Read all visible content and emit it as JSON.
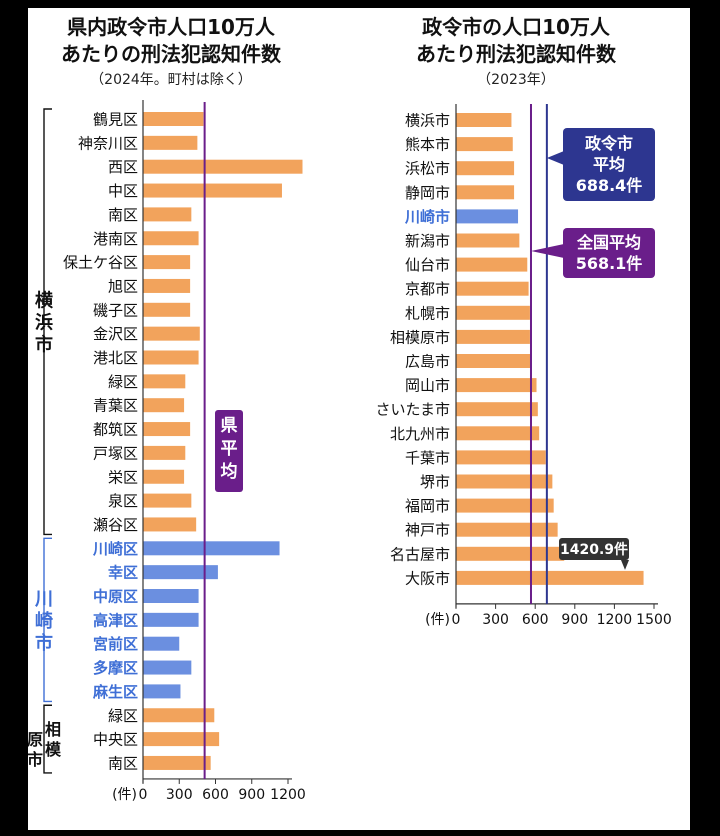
{
  "colors": {
    "bar": "#F2A35C",
    "highlight": "#6B8FE0",
    "pref_line": "#6A1E8A",
    "city_avg_line": "#2D3690",
    "national_line": "#6A1E8A",
    "group_kawasaki": "#3F6FD6"
  },
  "chart_data": [
    {
      "type": "bar",
      "orientation": "horizontal",
      "title": [
        "県内政令市人口10万人",
        "あたりの刑法犯認知件数"
      ],
      "subtitle": "（2024年。町村は除く）",
      "xlabel": "(件)",
      "xlim": [
        0,
        1200
      ],
      "xticks": [
        0,
        300,
        600,
        900,
        1200
      ],
      "categories": [
        "鶴見区",
        "神奈川区",
        "西区",
        "中区",
        "南区",
        "港南区",
        "保土ケ谷区",
        "旭区",
        "磯子区",
        "金沢区",
        "港北区",
        "緑区",
        "青葉区",
        "都筑区",
        "戸塚区",
        "栄区",
        "泉区",
        "瀬谷区",
        "川崎区",
        "幸区",
        "中原区",
        "高津区",
        "宮前区",
        "多摩区",
        "麻生区",
        "緑区",
        "中央区",
        "南区"
      ],
      "values": [
        500,
        450,
        1320,
        1150,
        400,
        460,
        390,
        390,
        390,
        470,
        460,
        350,
        340,
        390,
        350,
        340,
        400,
        440,
        1130,
        620,
        460,
        460,
        300,
        400,
        310,
        590,
        630,
        560
      ],
      "highlight_indices": [
        18,
        19,
        20,
        21,
        22,
        23,
        24
      ],
      "groups": [
        {
          "label": "横浜市",
          "start": 0,
          "end": 17
        },
        {
          "label": "川崎市",
          "start": 18,
          "end": 24
        },
        {
          "label": "相模原市",
          "start": 25,
          "end": 27
        }
      ],
      "reference_line": {
        "label": "県平均",
        "value": 510
      }
    },
    {
      "type": "bar",
      "orientation": "horizontal",
      "title": [
        "政令市の人口10万人",
        "あたり刑法犯認知件数"
      ],
      "subtitle": "（2023年）",
      "xlabel": "(件)",
      "xlim": [
        0,
        1500
      ],
      "xticks": [
        0,
        300,
        600,
        900,
        1200,
        1500
      ],
      "categories": [
        "横浜市",
        "熊本市",
        "浜松市",
        "静岡市",
        "川崎市",
        "新潟市",
        "仙台市",
        "京都市",
        "札幌市",
        "相模原市",
        "広島市",
        "岡山市",
        "さいたま市",
        "北九州市",
        "千葉市",
        "堺市",
        "福岡市",
        "神戸市",
        "名古屋市",
        "大阪市"
      ],
      "values": [
        420,
        430,
        440,
        440,
        470,
        480,
        540,
        550,
        560,
        560,
        570,
        610,
        620,
        630,
        680,
        730,
        740,
        770,
        820,
        1420.9
      ],
      "highlight_indices": [
        4
      ],
      "value_label": {
        "index": 19,
        "text": "1420.9件"
      },
      "reference_lines": [
        {
          "name": "city_avg",
          "label": [
            "政令市",
            "平均",
            "688.4件"
          ],
          "value": 688.4
        },
        {
          "name": "national",
          "label": [
            "全国平均",
            "568.1件"
          ],
          "value": 568.1
        }
      ]
    }
  ]
}
